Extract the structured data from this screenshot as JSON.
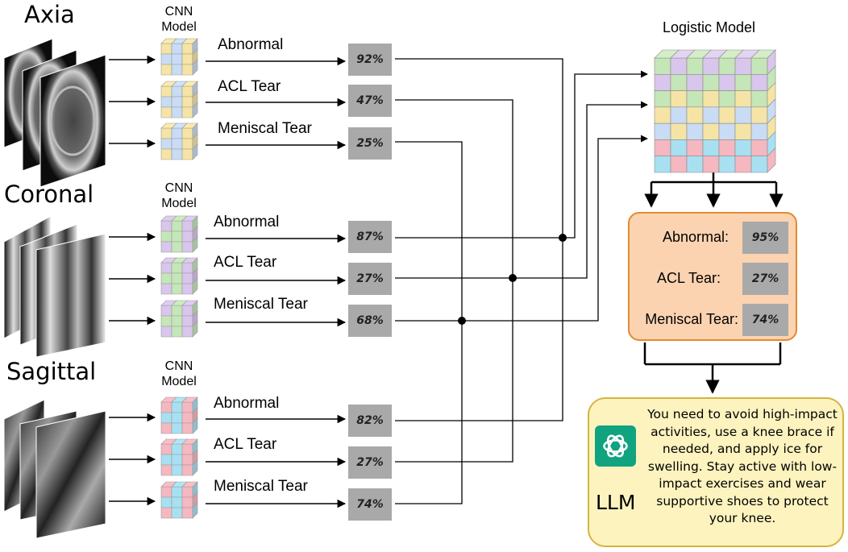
{
  "views": [
    {
      "title": "Axia",
      "cnn_label": "CNN\nModel",
      "tasks": [
        {
          "label": "Abnormal",
          "prob": "92%"
        },
        {
          "label": "ACL Tear",
          "prob": "47%"
        },
        {
          "label": "Meniscal Tear",
          "prob": "25%"
        }
      ]
    },
    {
      "title": "Coronal",
      "cnn_label": "CNN\nModel",
      "tasks": [
        {
          "label": "Abnormal",
          "prob": "87%"
        },
        {
          "label": "ACL Tear",
          "prob": "27%"
        },
        {
          "label": "Meniscal Tear",
          "prob": "68%"
        }
      ]
    },
    {
      "title": "Sagittal",
      "cnn_label": "CNN\nModel",
      "tasks": [
        {
          "label": "Abnormal",
          "prob": "82%"
        },
        {
          "label": "ACL Tear",
          "prob": "27%"
        },
        {
          "label": "Meniscal Tear",
          "prob": "74%"
        }
      ]
    }
  ],
  "logistic": {
    "title": "Logistic Model"
  },
  "final": [
    {
      "label": "Abnormal:",
      "prob": "95%"
    },
    {
      "label": "ACL Tear:",
      "prob": "27%"
    },
    {
      "label": "Meniscal Tear:",
      "prob": "74%"
    }
  ],
  "llm": {
    "label": "LLM",
    "text": "You need to avoid high-impact activities, use a knee brace if needed, and apply ice for swelling. Stay active with low-impact exercises and wear supportive shoes to protect your knee."
  },
  "colors": {
    "axial_cube": [
      "#f6e4a6",
      "#c9dcf5"
    ],
    "coronal_cube": [
      "#d9c6ec",
      "#c5e6b8"
    ],
    "sagittal_cube": [
      "#f5b8c0",
      "#a8e0f2"
    ],
    "final_panel": "#fbd3b1",
    "llm_panel": "#fdf3bf",
    "llm_icon": "#10a37f"
  }
}
